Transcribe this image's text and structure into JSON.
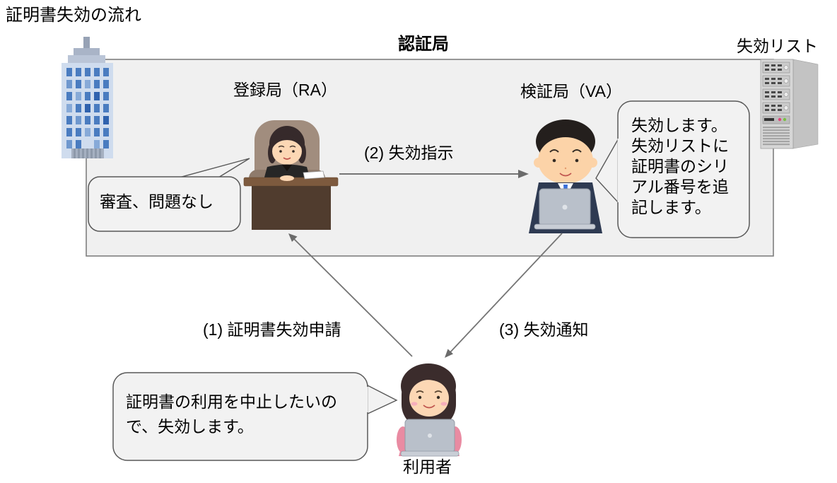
{
  "title": "証明書失効の流れ",
  "ca_box": {
    "label": "認証局"
  },
  "crl": {
    "label": "失効リスト",
    "icon": "server-icon"
  },
  "nodes": {
    "ra": {
      "label": "登録局（RA）",
      "icon": "woman-at-desk-icon"
    },
    "va": {
      "label": "検証局（VA）",
      "icon": "man-at-laptop-icon"
    },
    "user": {
      "label": "利用者",
      "icon": "woman-at-laptop-icon"
    },
    "building": {
      "icon": "office-building-icon"
    }
  },
  "arrows": [
    {
      "step": "1",
      "label": "(1)  証明書失効申請",
      "from": "利用者",
      "to": "登録局（RA）"
    },
    {
      "step": "2",
      "label": "(2) 失効指示",
      "from": "登録局（RA）",
      "to": "検証局（VA）"
    },
    {
      "step": "3",
      "label": "(3)  失効通知",
      "from": "検証局（VA）",
      "to": "利用者"
    }
  ],
  "bubbles": {
    "ra": {
      "speaker": "登録局（RA）",
      "text": "審査、問題なし"
    },
    "va": {
      "speaker": "検証局（VA）",
      "text": "失効します。失効リストに証明書のシリアル番号を追記します。",
      "lines": [
        "失効します。",
        "失効リストに",
        "証明書のシリ",
        "アル番号を追",
        "記します。"
      ]
    },
    "user": {
      "speaker": "利用者",
      "text": "証明書の利用を中止したいので、失効します。",
      "lines": [
        "証明書の利用を中止したいの",
        "で、失効します。"
      ]
    }
  },
  "colors": {
    "background": "#ffffff",
    "box_fill": "#f0f0f0",
    "box_border": "#7f7f7f",
    "bubble_fill": "#f2f2f2",
    "bubble_border": "#595959",
    "arrow": "#757575",
    "text": "#000000"
  }
}
